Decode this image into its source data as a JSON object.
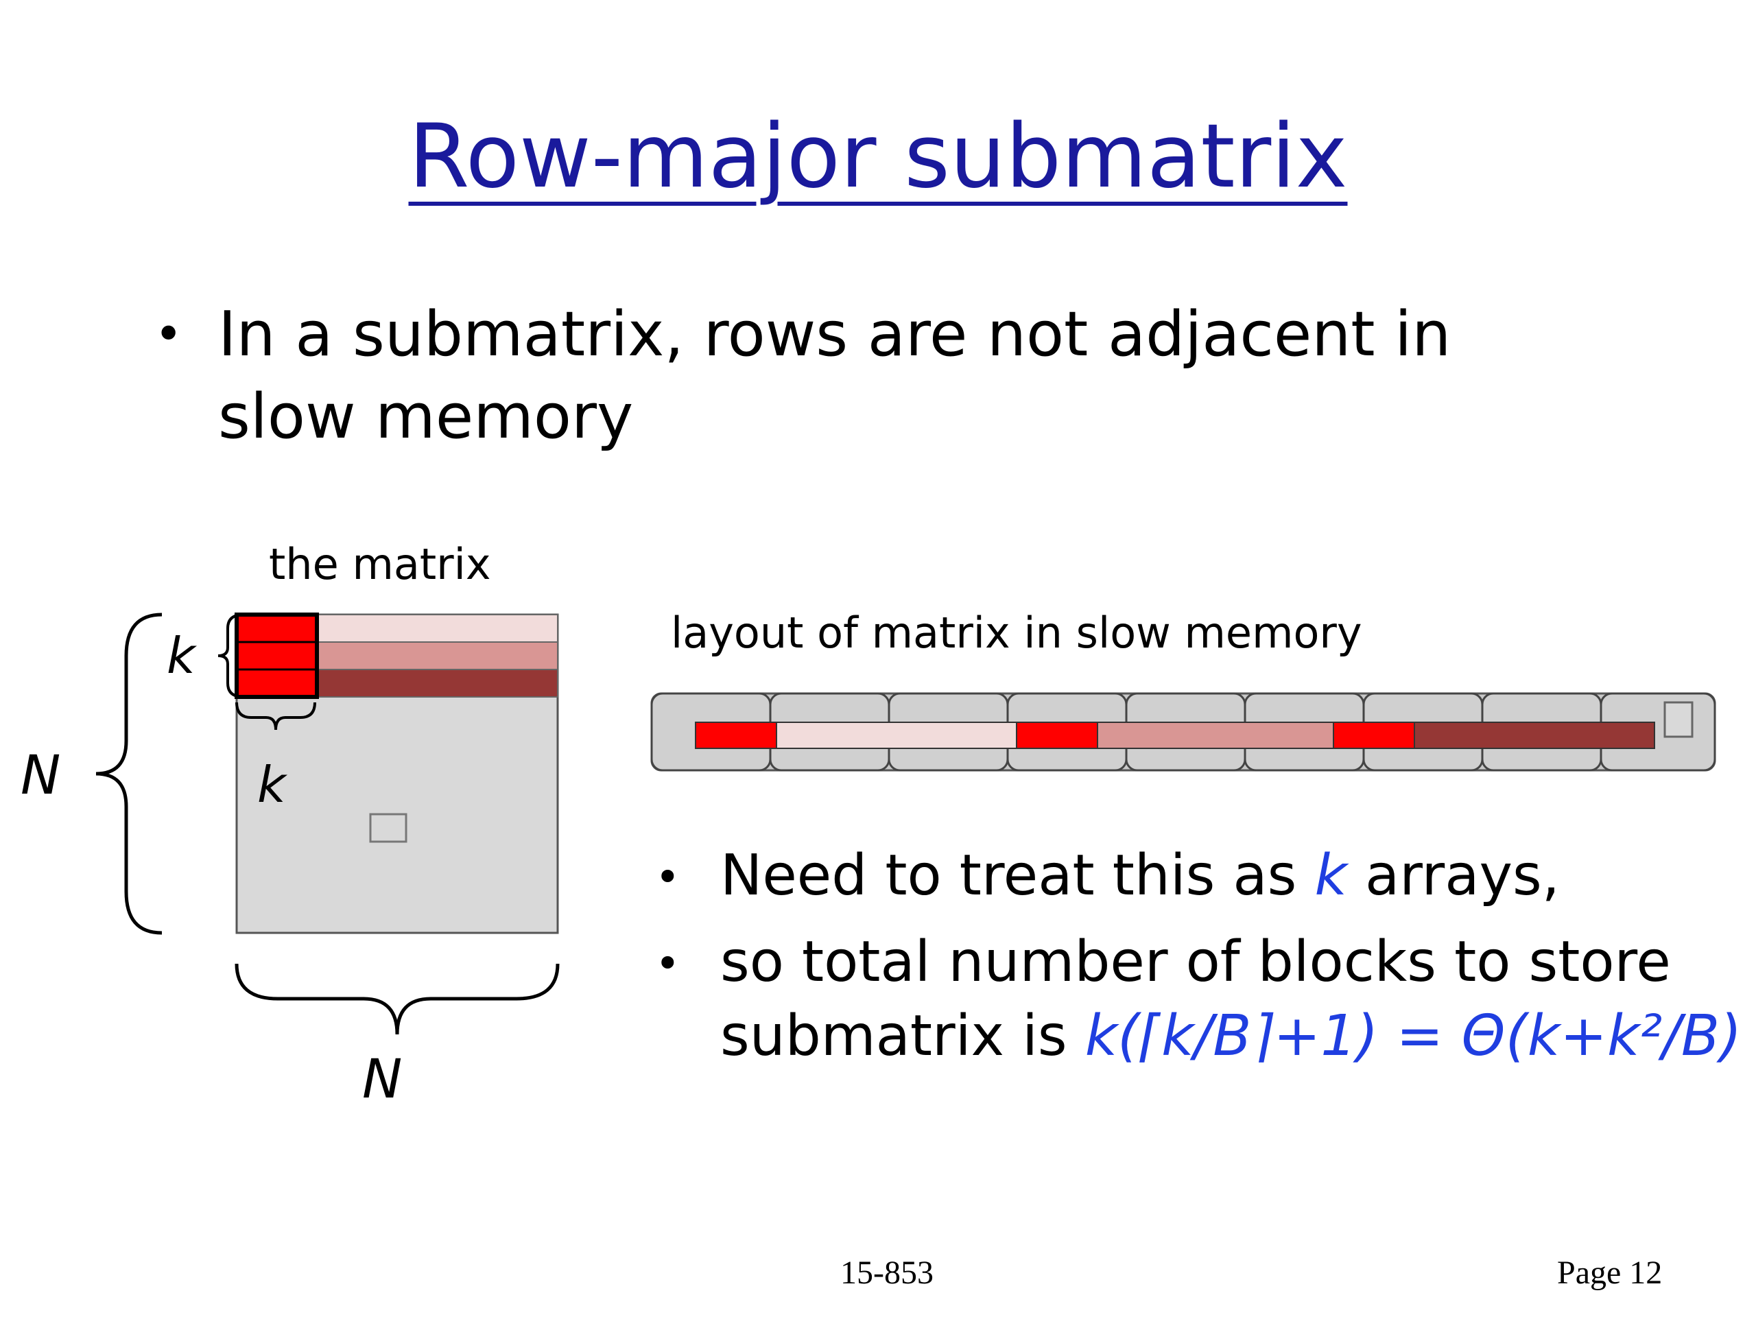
{
  "slide": {
    "title": "Row-major submatrix",
    "bullet1": "In a submatrix, rows are not adjacent in slow memory",
    "bullet1_line1": "In a submatrix, rows are not adjacent in",
    "bullet1_line2": "slow memory",
    "footer_center": "15-853",
    "footer_page": "Page 12"
  },
  "diagram": {
    "matrix_caption": "the matrix",
    "layout_caption": "layout of matrix in slow memory",
    "label_k_side": "k",
    "label_k_bottom": "k",
    "label_N_left": "N",
    "label_N_bottom": "N",
    "colors": {
      "submatrix_red": "#ff0000",
      "row1_pale": "#f2dcdb",
      "row2_mid": "#d99694",
      "row3_dark": "#953735",
      "matrix_gray": "#d9d9d9",
      "title_blue": "#1a1a9c",
      "math_blue": "#1f3ee0"
    }
  },
  "bullets2": {
    "line1_pre": "Need to treat this as ",
    "line1_var": "k",
    "line1_post": " arrays,",
    "line2": "so total number of blocks to store",
    "line3_pre": "submatrix is ",
    "line3_formula": "k(⌈k/B⌉+1) = Θ(k+k²/B)"
  }
}
